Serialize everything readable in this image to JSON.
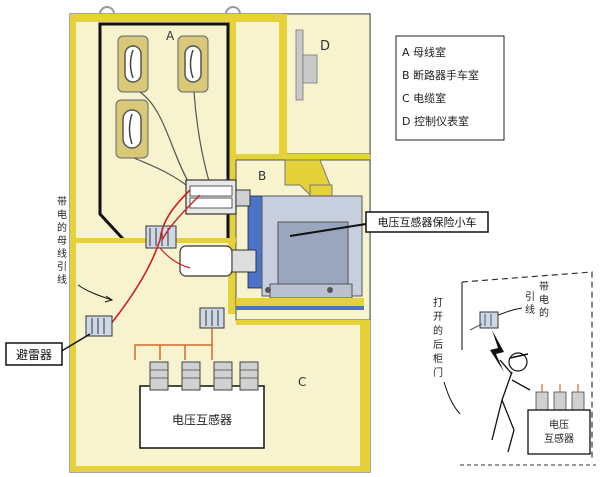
{
  "compartments": {
    "a": "A",
    "b": "B",
    "c": "C",
    "d": "D"
  },
  "legend": [
    "A  母线室",
    "B  断路器手车室",
    "C  电缆室",
    "D  控制仪表室"
  ],
  "labels": {
    "vt_trolley": "电压互感器保险小车",
    "arrester": "避雷器",
    "live_bus_lead": [
      "带",
      "电",
      "的",
      "母",
      "线",
      "引",
      "线"
    ],
    "vt": "电压互感器",
    "vt_small": [
      "电压",
      "互感器"
    ],
    "open_rear_door": [
      "打",
      "开",
      "的",
      "后",
      "柜",
      "门"
    ],
    "live_lead": [
      "带",
      "电",
      "的",
      "引",
      "线"
    ]
  },
  "colors": {
    "cabinet_frame": "#e5d23a",
    "cabinet_fill": "#f7f3cf",
    "panel_blue": "#4a73c9",
    "cable_red": "#cc2222",
    "cable_orange": "#d2692d",
    "outline": "#222222"
  }
}
